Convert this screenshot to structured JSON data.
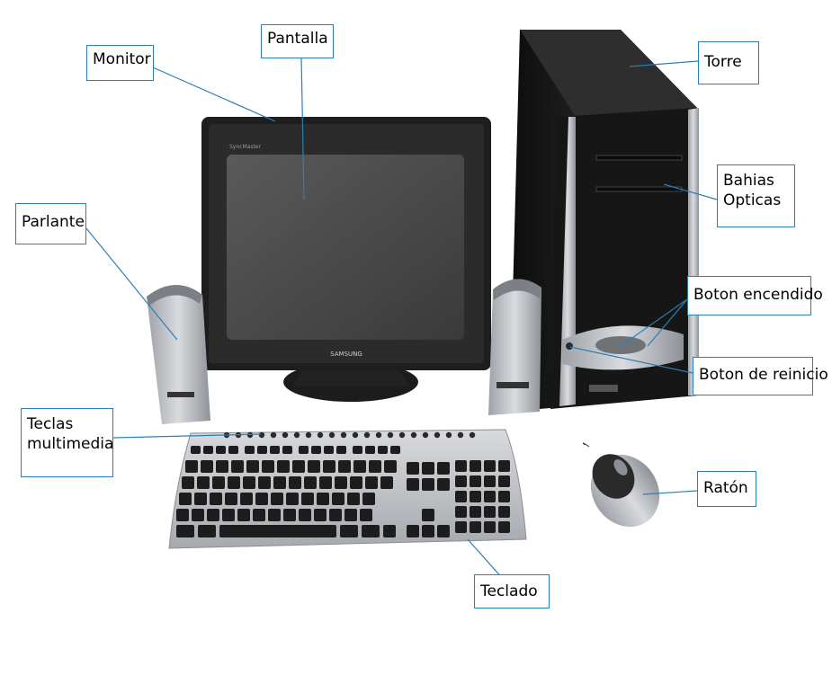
{
  "labels": {
    "pantalla": "Pantalla",
    "monitor": "Monitor",
    "torre": "Torre",
    "bahias": "Bahias\nOpticas",
    "parlante": "Parlante",
    "boton_encendido": "Boton encendido",
    "boton_reinicio": "Boton de reinicio",
    "teclas_multimedia": "Teclas\nmultimedia",
    "raton": "Ratón",
    "teclado": "Teclado"
  },
  "colors": {
    "callout": "#2b7fb8",
    "monitor_body": "#1e1e1e",
    "screen": "#4a4a4a",
    "tower": "#1a1a1a",
    "silver": "#b9bcc2"
  },
  "brand": {
    "monitor": "SAMSUNG"
  }
}
